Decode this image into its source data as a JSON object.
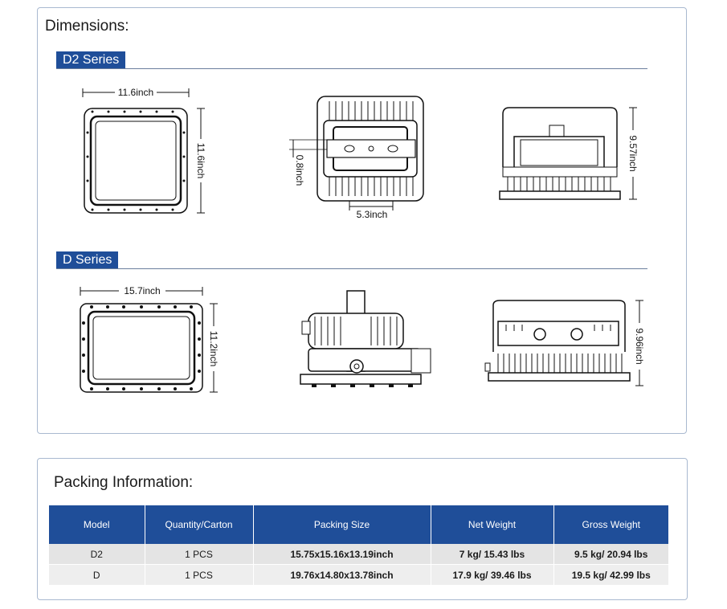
{
  "dimensions": {
    "title": "Dimensions:",
    "d2": {
      "label": "D2 Series",
      "front_width": "11.6inch",
      "front_height": "11.6inch",
      "bracket_offset": "0.8inch",
      "bracket_width": "5.3inch",
      "side_height": "9.57inch"
    },
    "d": {
      "label": "D Series",
      "front_width": "15.7inch",
      "front_height": "11.2inch",
      "side_height": "9.96inch"
    }
  },
  "packing": {
    "title": "Packing Information:",
    "headers": [
      "Model",
      "Quantity/Carton",
      "Packing Size",
      "Net Weight",
      "Gross Weight"
    ],
    "rows": [
      [
        "D2",
        "1 PCS",
        "15.75x15.16x13.19inch",
        "7 kg/ 15.43 lbs",
        "9.5 kg/ 20.94 lbs"
      ],
      [
        "D",
        "1 PCS",
        "19.76x14.80x13.78inch",
        "17.9 kg/ 39.46 lbs",
        "19.5 kg/ 42.99 lbs"
      ]
    ]
  },
  "colors": {
    "accent": "#1f4e99",
    "border": "#a9b9d0"
  }
}
